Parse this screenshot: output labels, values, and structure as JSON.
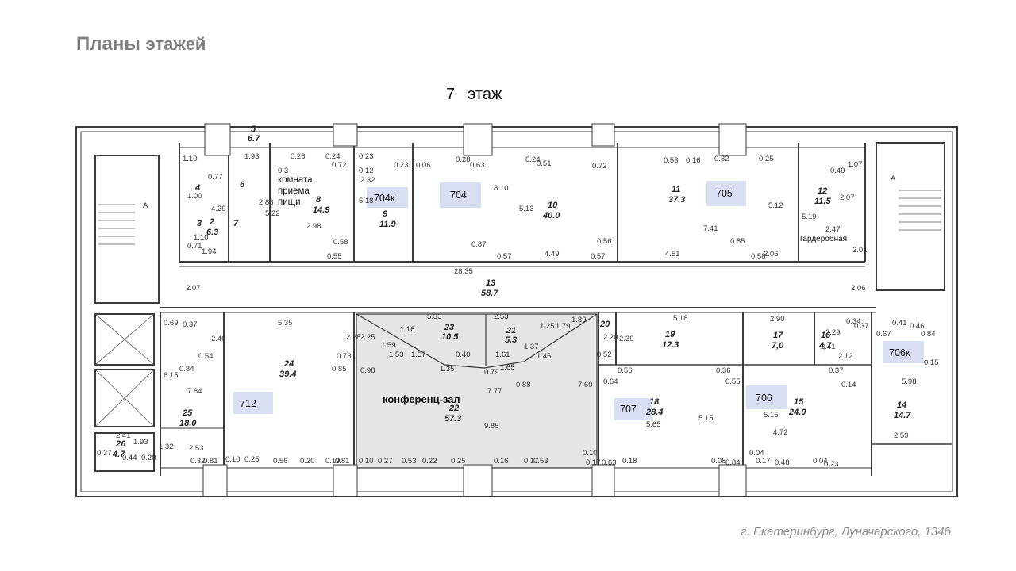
{
  "header": {
    "title_bold": "Планы",
    "title_rest": "этажей"
  },
  "floor": {
    "number": "7",
    "label": "этаж"
  },
  "footer": {
    "address": "г. Екатеринбург, Луначарского, 134б"
  },
  "colors": {
    "office_tag": "#d9dff2",
    "conference_fill": "#e6e6e6",
    "wall": "#3a3a3a",
    "title_gray": "#7f7f7f"
  },
  "plan": {
    "labels": {
      "dining_1": "комната",
      "dining_2": "приема",
      "dining_3": "пищи",
      "wardrobe": "гардеробная",
      "conference": "конференц-зал"
    },
    "offices": [
      {
        "id": "o704k",
        "tag": "704к"
      },
      {
        "id": "o704",
        "tag": "704"
      },
      {
        "id": "o705",
        "tag": "705"
      },
      {
        "id": "o706k",
        "tag": "706к"
      },
      {
        "id": "o712",
        "tag": "712"
      },
      {
        "id": "o707",
        "tag": "707"
      },
      {
        "id": "o706",
        "tag": "706"
      }
    ],
    "rooms": [
      {
        "num": "5",
        "area": "6.7"
      },
      {
        "num": "8",
        "area": "14.9"
      },
      {
        "num": "9",
        "area": "11.9"
      },
      {
        "num": "10",
        "area": "40.0"
      },
      {
        "num": "11",
        "area": "37.3"
      },
      {
        "num": "12",
        "area": "11.5"
      },
      {
        "num": "13",
        "area": "58.7"
      },
      {
        "num": "2",
        "area": "6.3"
      },
      {
        "num": "24",
        "area": "39.4"
      },
      {
        "num": "23",
        "area": "10.5"
      },
      {
        "num": "21",
        "area": "5.3"
      },
      {
        "num": "22",
        "area": "57.3"
      },
      {
        "num": "19",
        "area": "12.3"
      },
      {
        "num": "17",
        "area": "7,0"
      },
      {
        "num": "16",
        "area": "4,7"
      },
      {
        "num": "18",
        "area": "28.4"
      },
      {
        "num": "15",
        "area": "24.0"
      },
      {
        "num": "14",
        "area": "14.7"
      },
      {
        "num": "25",
        "area": "18.0"
      },
      {
        "num": "26",
        "area": "4.7"
      }
    ],
    "small_marks": [
      "4",
      "3",
      "6",
      "7",
      "20",
      "A"
    ],
    "dims": [
      "1.10",
      "0.77",
      "1.00",
      "4.29",
      "2.86",
      "1.93",
      "0.26",
      "0.24",
      "0.72",
      "0.23",
      "0.12",
      "2.32",
      "0.23",
      "0.06",
      "0.28",
      "0.63",
      "0.24",
      "0.51",
      "0.72",
      "0.53",
      "0.16",
      "0.32",
      "0.25",
      "0.49",
      "1.07",
      "2.07",
      "5.19",
      "5.22",
      "0.3",
      "5.18",
      "8.10",
      "5.13",
      "5.12",
      "2.98",
      "0.58",
      "0.55",
      "0.87",
      "0.57",
      "4.49",
      "0.57",
      "0.56",
      "7.41",
      "0.85",
      "4.51",
      "0.58",
      "2.06",
      "2.47",
      "2.01",
      "1.94",
      "0.71",
      "1.10",
      "28.35",
      "2.07",
      "2.06",
      "0.69",
      "0.37",
      "5.35",
      "2.40",
      "2.28",
      "2.25",
      "1.16",
      "5.33",
      "2.53",
      "1.25",
      "1.79",
      "1.89",
      "2.20",
      "5.18",
      "2.39",
      "2.90",
      "2.29",
      "0.34",
      "0.37",
      "0.41",
      "0.46",
      "0.84",
      "0.67",
      "1.59",
      "1.53",
      "1.57",
      "0.40",
      "1.61",
      "1.37",
      "1.46",
      "0.52",
      "2.41",
      "2.12",
      "0.54",
      "0.84",
      "0.85",
      "0.73",
      "0.98",
      "1.35",
      "0.79",
      "1.65",
      "0.88",
      "0.56",
      "0.55",
      "0.36",
      "0.37",
      "0.15",
      "0.14",
      "6.15",
      "7.84",
      "7.77",
      "7.60",
      "0.64",
      "5.98",
      "9.85",
      "5.15",
      "5.65",
      "5.15",
      "4.72",
      "2.59",
      "2.41",
      "1.93",
      "0.37",
      "0.44",
      "0.20",
      "1.32",
      "2.53",
      "0.32",
      "0.81",
      "0.10",
      "0.25",
      "0.56",
      "0.20",
      "0.19",
      "0.81",
      "0.10",
      "0.27",
      "0.53",
      "0.22",
      "0.25",
      "0.16",
      "0.17",
      "0.53",
      "0.10",
      "0.17",
      "0.63",
      "0.18",
      "0.08",
      "0.84",
      "0.04",
      "0.17",
      "0.48",
      "0.04",
      "0.23"
    ]
  }
}
